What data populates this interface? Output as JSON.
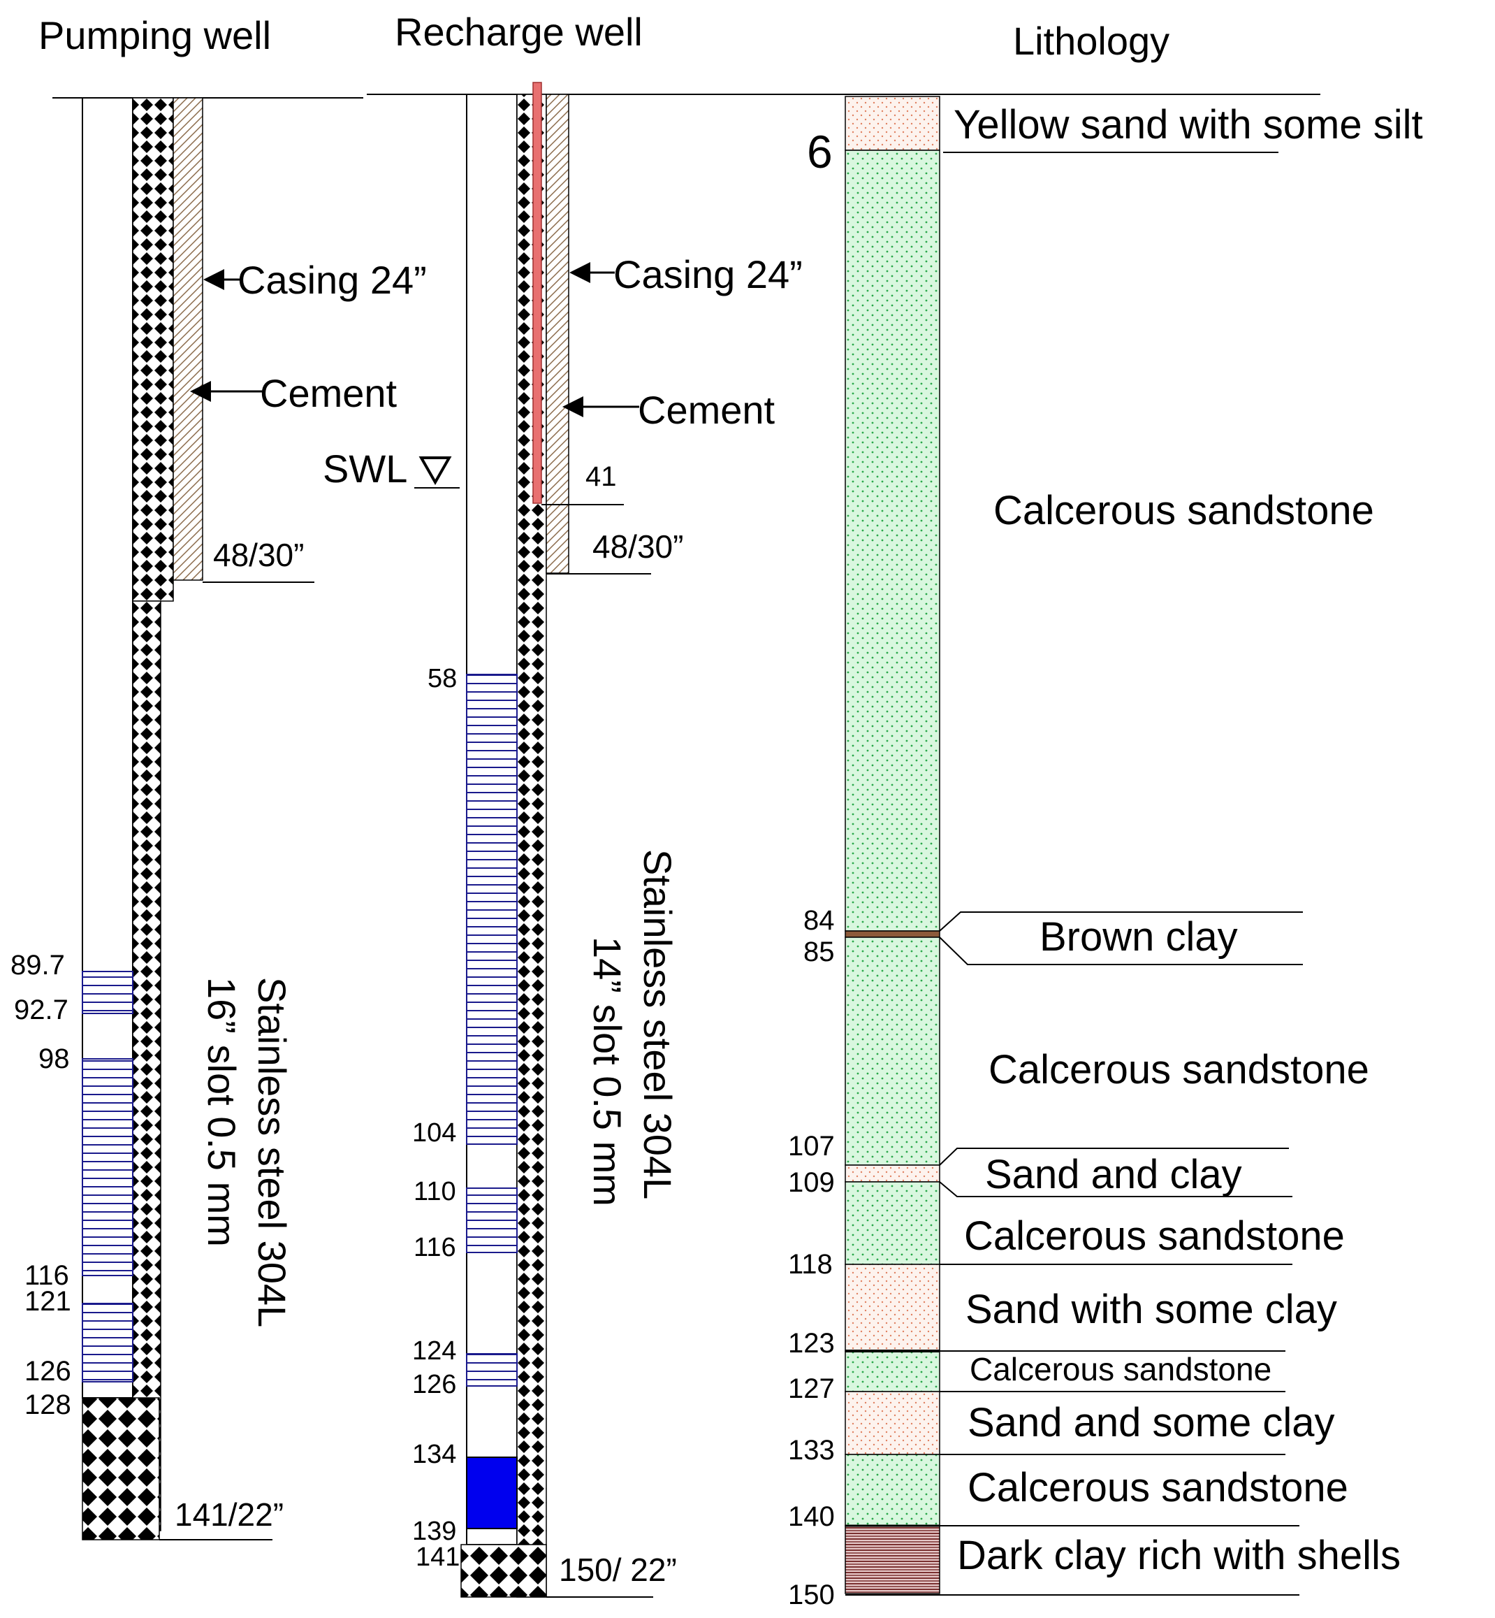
{
  "headers": {
    "pumping": "Pumping well",
    "recharge": "Recharge well",
    "lithology": "Lithology"
  },
  "pumping_well": {
    "casing_label": "Casing 24”",
    "cement_label": "Cement",
    "casing_bottom_label": "48/30”",
    "bottom_label": "141/22”",
    "screen_label_line1": "Stainless steel 304L",
    "screen_label_line2": "16” slot 0.5 mm",
    "depth_labels": [
      "89.7",
      "92.7",
      "98",
      "116",
      "121",
      "126",
      "128"
    ]
  },
  "recharge_well": {
    "swl_label": "SWL",
    "casing_label": "Casing 24”",
    "cement_label": "Cement",
    "pipe_bottom_label": "41",
    "casing_bottom_label": "48/30”",
    "bottom_label": "150/ 22”",
    "screen_label_line1": "Stainless steel 304L",
    "screen_label_line2": "14” slot 0.5 mm",
    "depth_labels": [
      "58",
      "104",
      "110",
      "116",
      "124",
      "126",
      "134",
      "139",
      "141"
    ]
  },
  "lithology": {
    "top_depth_label": "6",
    "layers": [
      "Yellow sand with some silt",
      "Calcerous sandstone",
      "Brown clay",
      "Calcerous sandstone",
      "Sand and clay",
      "Calcerous sandstone",
      "Sand with some clay",
      "Calcerous sandstone",
      "Sand and some clay",
      "Calcerous sandstone",
      "Dark clay rich with shells"
    ],
    "depth_labels": [
      "84",
      "85",
      "107",
      "109",
      "118",
      "123",
      "127",
      "133",
      "140",
      "150"
    ]
  },
  "colors": {
    "screen": "#1a1a8c",
    "packer": "#0000ee",
    "pipe": "#e87070",
    "calcerous_sandstone": "#d9f7df",
    "sand_clay": "#fbeee6",
    "dark_clay": "#a86a6a"
  }
}
